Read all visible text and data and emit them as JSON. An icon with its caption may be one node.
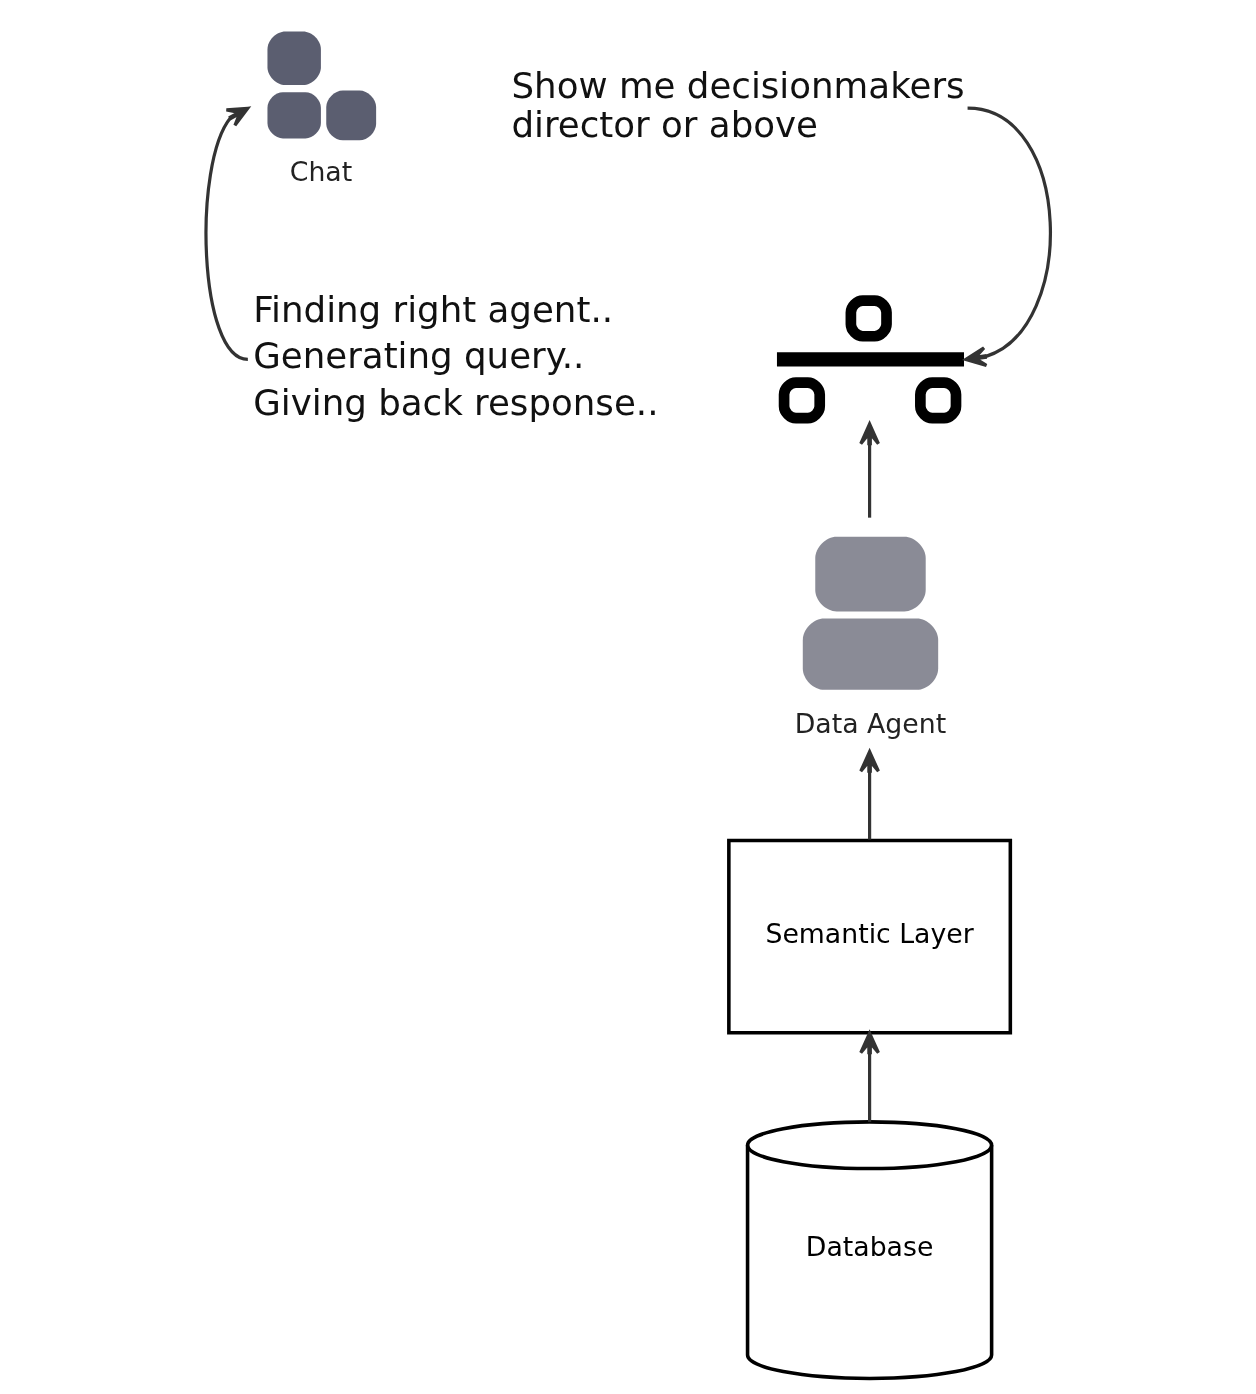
{
  "diagram": {
    "nodes": [
      {
        "text": [
          "Chat"
        ]
      },
      {
        "text": [
          "Show me decisionmakers director or above"
        ]
      },
      {
        "text": [
          "Finding right agent..",
          "Generating query..",
          "Giving back response.."
        ]
      },
      {
        "text": [],
        "shape": "picture"
      },
      {
        "text": [
          "Data Agent"
        ]
      },
      {
        "text": [
          "Semantic Layer"
        ]
      },
      {
        "text": [
          "Database"
        ]
      }
    ],
    "edges": [
      {
        "from": 1,
        "to": 3,
        "arrow": "to"
      },
      {
        "from": 2,
        "to": 0,
        "arrow": "to"
      },
      {
        "from": 4,
        "to": 3,
        "arrow": "to"
      },
      {
        "from": 5,
        "to": 4,
        "arrow": "to"
      },
      {
        "from": 6,
        "to": 5,
        "arrow": "to"
      }
    ]
  }
}
